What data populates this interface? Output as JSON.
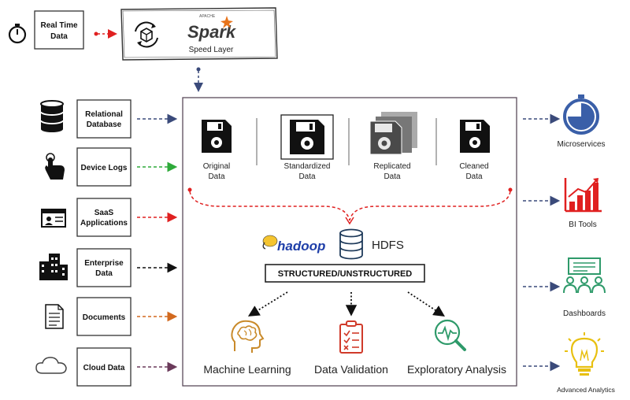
{
  "speed": {
    "realtime_line1": "Real Time",
    "realtime_line2": "Data",
    "spark_apache": "APACHE",
    "spark_word": "Spark",
    "speed_layer": "Speed Layer"
  },
  "sources": [
    {
      "line1": "Relational",
      "line2": "Database",
      "icon": "database-icon",
      "arrow_color": "#3a4a7a"
    },
    {
      "line1": "Device Logs",
      "line2": "",
      "icon": "touch-hand-icon",
      "arrow_color": "#2eaa3a"
    },
    {
      "line1": "SaaS",
      "line2": "Applications",
      "icon": "browser-window-icon",
      "arrow_color": "#e02020"
    },
    {
      "line1": "Enterprise",
      "line2": "Data",
      "icon": "buildings-icon",
      "arrow_color": "#111111"
    },
    {
      "line1": "Documents",
      "line2": "",
      "icon": "document-icon",
      "arrow_color": "#d2691e"
    },
    {
      "line1": "Cloud Data",
      "line2": "",
      "icon": "cloud-icon",
      "arrow_color": "#6a3a5a"
    }
  ],
  "stages": [
    {
      "line1": "Original",
      "line2": "Data"
    },
    {
      "line1": "Standardized",
      "line2": "Data"
    },
    {
      "line1": "Replicated",
      "line2": "Data"
    },
    {
      "line1": "Cleaned",
      "line2": "Data"
    }
  ],
  "hadoop_word": "hadoop",
  "hdfs": "HDFS",
  "structured": "STRUCTURED/UNSTRUCTURED",
  "analytics": [
    {
      "label": "Machine Learning",
      "icon": "brain-head-icon"
    },
    {
      "label": "Data Validation",
      "icon": "checklist-clipboard-icon"
    },
    {
      "label": "Exploratory Analysis",
      "icon": "magnifier-chart-icon"
    }
  ],
  "outputs": [
    {
      "label": "Microservices",
      "icon": "stopwatch-icon"
    },
    {
      "label": "BI Tools",
      "icon": "bar-chart-icon"
    },
    {
      "label": "Dashboards",
      "icon": "people-dashboard-icon"
    },
    {
      "label": "Advanced Analytics",
      "icon": "lightbulb-icon"
    }
  ],
  "colors": {
    "navy": "#3a4a7a",
    "red_dash": "#e02020",
    "main_border": "#5a4a5a",
    "blue_icon": "#3a5fa8",
    "red_icon": "#e02020",
    "green_icon": "#2e9a6a",
    "yellow_icon": "#e8c010"
  }
}
